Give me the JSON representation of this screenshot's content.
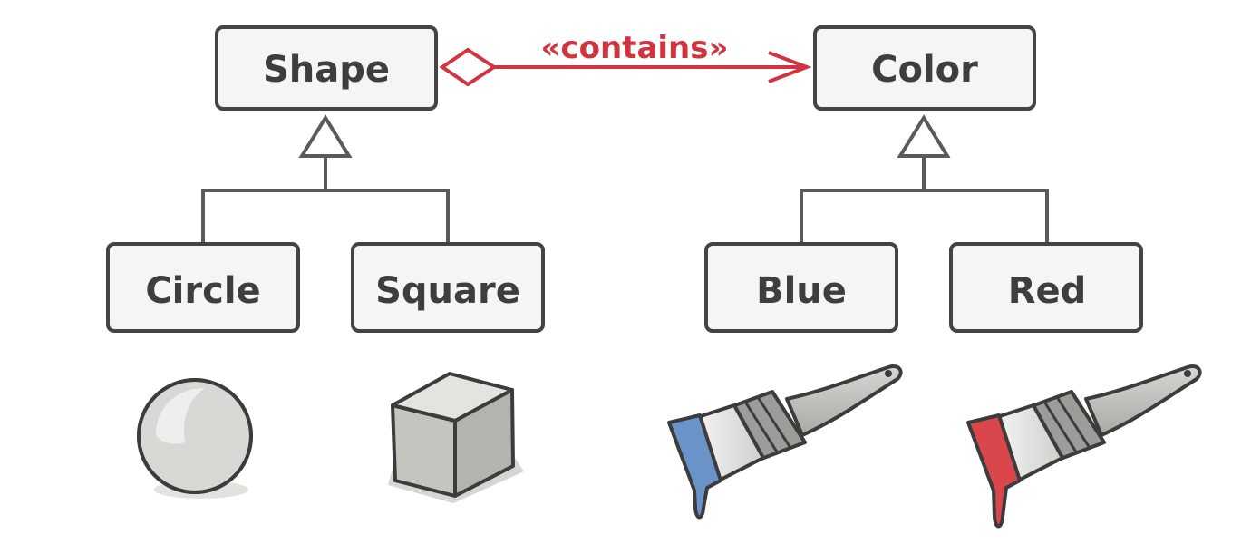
{
  "diagram": {
    "classes": {
      "shape": "Shape",
      "color": "Color",
      "circle": "Circle",
      "square": "Square",
      "blue": "Blue",
      "red": "Red"
    },
    "relation": {
      "label": "«contains»",
      "color": "#d0353f"
    },
    "paint_colors": {
      "blue": "#6a94c9",
      "red": "#d9474c"
    },
    "icons": [
      "sphere-icon",
      "cube-icon",
      "blue-paintbrush-icon",
      "red-paintbrush-icon"
    ]
  }
}
